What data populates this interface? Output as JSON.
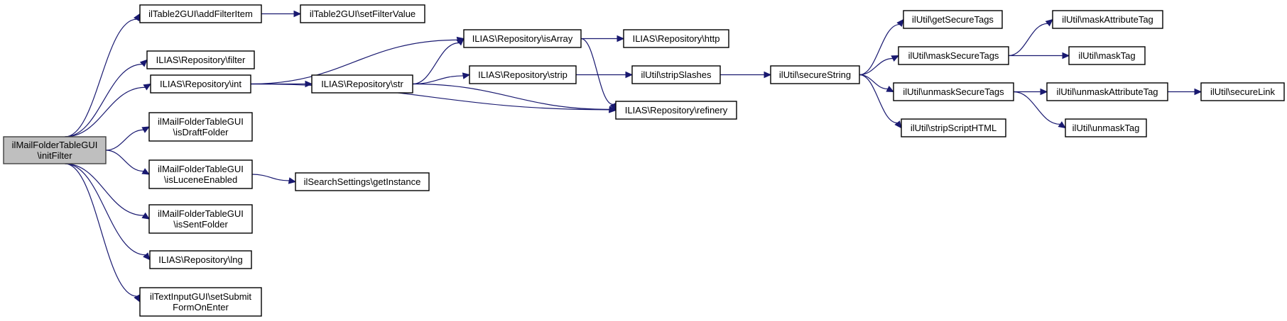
{
  "title": "ilMailFolderTableGUI\\initFilter call graph",
  "colors": {
    "edge": "#191970",
    "root_fill": "#bfbfbf",
    "node_fill": "#ffffff",
    "border": "#000000"
  },
  "nodes": [
    {
      "id": "root",
      "lines": [
        "ilMailFolderTableGUI",
        "\\initFilter"
      ],
      "root": true
    },
    {
      "id": "addFilterItem",
      "lines": [
        "ilTable2GUI\\addFilterItem"
      ]
    },
    {
      "id": "setFilterValue",
      "lines": [
        "ilTable2GUI\\setFilterValue"
      ]
    },
    {
      "id": "filter",
      "lines": [
        "ILIAS\\Repository\\filter"
      ]
    },
    {
      "id": "int",
      "lines": [
        "ILIAS\\Repository\\int"
      ]
    },
    {
      "id": "isDraftFolder",
      "lines": [
        "ilMailFolderTableGUI",
        "\\isDraftFolder"
      ]
    },
    {
      "id": "isLuceneEnabled",
      "lines": [
        "ilMailFolderTableGUI",
        "\\isLuceneEnabled"
      ]
    },
    {
      "id": "getInstance",
      "lines": [
        "ilSearchSettings\\getInstance"
      ]
    },
    {
      "id": "isSentFolder",
      "lines": [
        "ilMailFolderTableGUI",
        "\\isSentFolder"
      ]
    },
    {
      "id": "lng",
      "lines": [
        "ILIAS\\Repository\\lng"
      ]
    },
    {
      "id": "setSubmitFormOnEnter",
      "lines": [
        "ilTextInputGUI\\setSubmit",
        "FormOnEnter"
      ]
    },
    {
      "id": "isArray",
      "lines": [
        "ILIAS\\Repository\\isArray"
      ]
    },
    {
      "id": "str",
      "lines": [
        "ILIAS\\Repository\\str"
      ]
    },
    {
      "id": "strip",
      "lines": [
        "ILIAS\\Repository\\strip"
      ]
    },
    {
      "id": "http",
      "lines": [
        "ILIAS\\Repository\\http"
      ]
    },
    {
      "id": "stripSlashes",
      "lines": [
        "ilUtil\\stripSlashes"
      ]
    },
    {
      "id": "refinery",
      "lines": [
        "ILIAS\\Repository\\refinery"
      ]
    },
    {
      "id": "secureString",
      "lines": [
        "ilUtil\\secureString"
      ]
    },
    {
      "id": "getSecureTags",
      "lines": [
        "ilUtil\\getSecureTags"
      ]
    },
    {
      "id": "maskSecureTags",
      "lines": [
        "ilUtil\\maskSecureTags"
      ]
    },
    {
      "id": "unmaskSecureTags",
      "lines": [
        "ilUtil\\unmaskSecureTags"
      ]
    },
    {
      "id": "stripScriptHTML",
      "lines": [
        "ilUtil\\stripScriptHTML"
      ]
    },
    {
      "id": "maskAttributeTag",
      "lines": [
        "ilUtil\\maskAttributeTag"
      ]
    },
    {
      "id": "maskTag",
      "lines": [
        "ilUtil\\maskTag"
      ]
    },
    {
      "id": "unmaskAttributeTag",
      "lines": [
        "ilUtil\\unmaskAttributeTag"
      ]
    },
    {
      "id": "unmaskTag",
      "lines": [
        "ilUtil\\unmaskTag"
      ]
    },
    {
      "id": "secureLink",
      "lines": [
        "ilUtil\\secureLink"
      ]
    }
  ],
  "edges": [
    [
      "root",
      "addFilterItem"
    ],
    [
      "root",
      "filter"
    ],
    [
      "root",
      "int"
    ],
    [
      "root",
      "isDraftFolder"
    ],
    [
      "root",
      "isLuceneEnabled"
    ],
    [
      "root",
      "isSentFolder"
    ],
    [
      "root",
      "lng"
    ],
    [
      "root",
      "setSubmitFormOnEnter"
    ],
    [
      "addFilterItem",
      "setFilterValue"
    ],
    [
      "int",
      "isArray"
    ],
    [
      "int",
      "str"
    ],
    [
      "int",
      "refinery"
    ],
    [
      "isLuceneEnabled",
      "getInstance"
    ],
    [
      "str",
      "isArray"
    ],
    [
      "str",
      "strip"
    ],
    [
      "str",
      "refinery"
    ],
    [
      "isArray",
      "http"
    ],
    [
      "isArray",
      "refinery"
    ],
    [
      "strip",
      "stripSlashes"
    ],
    [
      "stripSlashes",
      "secureString"
    ],
    [
      "secureString",
      "getSecureTags"
    ],
    [
      "secureString",
      "maskSecureTags"
    ],
    [
      "secureString",
      "unmaskSecureTags"
    ],
    [
      "secureString",
      "stripScriptHTML"
    ],
    [
      "maskSecureTags",
      "maskAttributeTag"
    ],
    [
      "maskSecureTags",
      "maskTag"
    ],
    [
      "unmaskSecureTags",
      "unmaskAttributeTag"
    ],
    [
      "unmaskSecureTags",
      "unmaskTag"
    ],
    [
      "unmaskAttributeTag",
      "secureLink"
    ]
  ]
}
